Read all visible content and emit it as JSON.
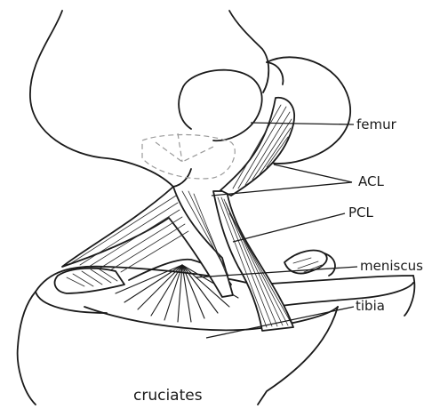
{
  "labels": {
    "femur": "femur",
    "acl": "ACL",
    "pcl": "PCL",
    "meniscus": "meniscus",
    "tibia": "tibia"
  },
  "caption": "cruciates",
  "colors": {
    "line": "#1a1a1a",
    "dashed_outline": "#9a9a9a",
    "background": "#ffffff"
  }
}
